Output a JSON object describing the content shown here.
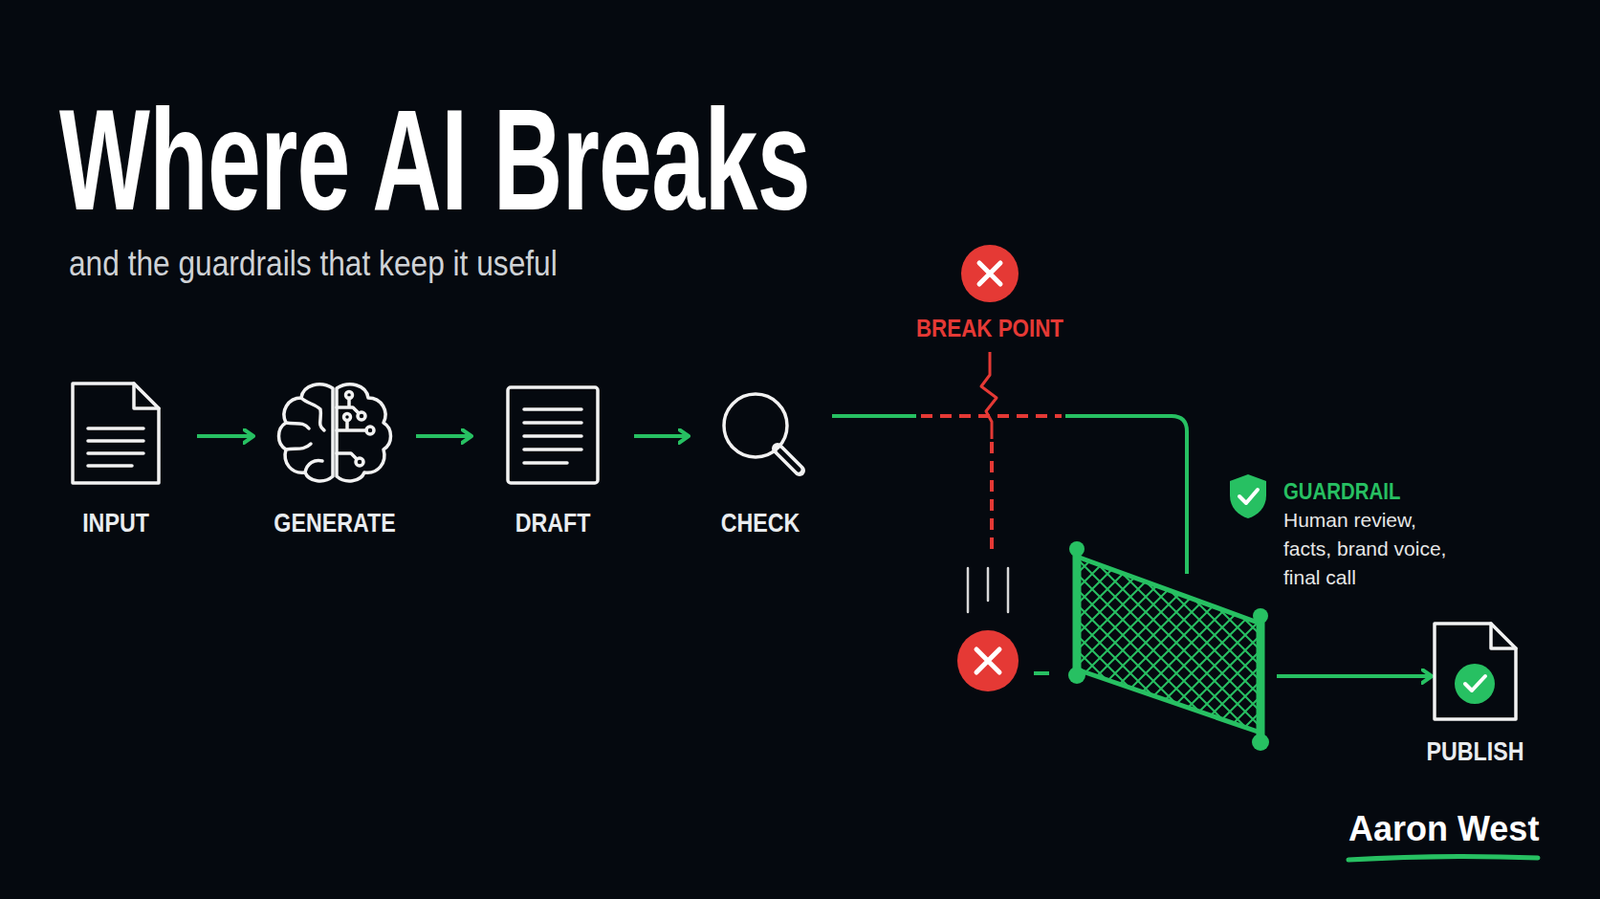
{
  "diagram": {
    "title": "Where AI Breaks",
    "caption": "and the guardrails that keep it useful",
    "nodes": [
      {
        "text": [
          "INPUT"
        ]
      },
      {
        "text": [
          "GENERATE"
        ]
      },
      {
        "text": [
          "DRAFT"
        ]
      },
      {
        "text": [
          "CHECK"
        ]
      },
      {
        "text": [
          "GUARDRAIL",
          "Human review, facts, brand voice, final call"
        ]
      },
      {
        "text": [
          "PUBLISH"
        ]
      }
    ],
    "edges": [
      {
        "from": 0,
        "to": 1,
        "arrow": "to"
      },
      {
        "from": 1,
        "to": 2,
        "arrow": "to"
      },
      {
        "from": 2,
        "to": 3,
        "arrow": "to"
      },
      {
        "from": 3,
        "to": 4,
        "arrow": "none"
      },
      {
        "from": 4,
        "to": 5,
        "arrow": "to"
      }
    ],
    "labels": [
      "BREAK POINT",
      "Aaron West"
    ]
  }
}
